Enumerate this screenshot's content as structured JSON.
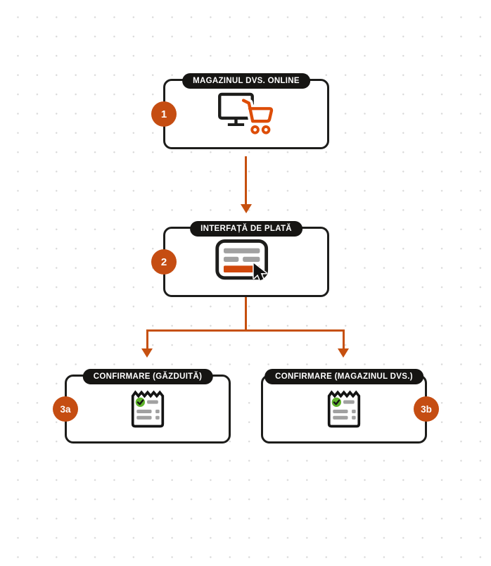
{
  "diagram": {
    "nodes": [
      {
        "label": "MAGAZINUL DVS. ONLINE",
        "badge": "1",
        "icon": "monitor-cart-icon"
      },
      {
        "label": "INTERFAȚĂ DE PLATĂ",
        "badge": "2",
        "icon": "payment-form-cursor-icon"
      },
      {
        "label": "CONFIRMARE (GĂZDUITĂ)",
        "badge": "3a",
        "icon": "receipt-check-icon"
      },
      {
        "label": "CONFIRMARE (MAGAZINUL DVS.)",
        "badge": "3b",
        "icon": "receipt-check-icon"
      }
    ],
    "edges": [
      {
        "from": "1",
        "to": "2"
      },
      {
        "from": "2",
        "to": "3a"
      },
      {
        "from": "2",
        "to": "3b"
      }
    ],
    "colors": {
      "accent_orange": "#C6500F",
      "icon_orange": "#DD4D08",
      "node_border": "#1D1D1B",
      "pill_bg": "#161513",
      "bar_gray": "#A1A1A1",
      "check_green": "#5FB32C",
      "dot_grid": "#D8D8D8"
    }
  }
}
